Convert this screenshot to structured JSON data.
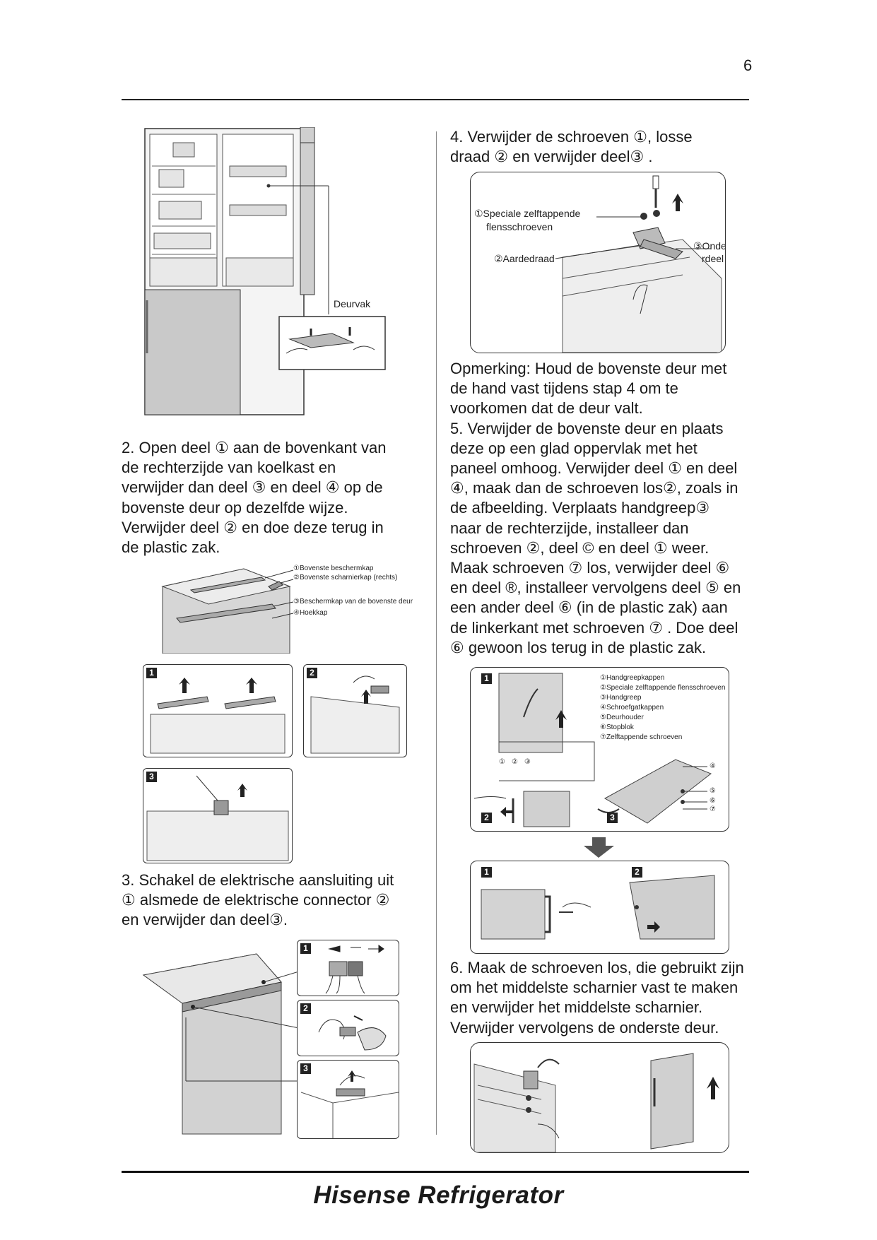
{
  "page": {
    "number": "6",
    "brand": "Hisense Refrigerator"
  },
  "left": {
    "fig_fridge": {
      "label": "Deurvak"
    },
    "step2_lines": [
      "2. Open deel ① aan de bovenkant van",
      "de rechterzijde van koelkast en",
      "verwijder dan deel ③ en deel ④ op de",
      "bovenste deur op dezelfde wijze.",
      "Verwijder deel ② en doe deze terug in",
      "de plastic zak."
    ],
    "fig2_labels": [
      "①Bovenste beschermkap",
      "②Bovenste scharnierkap (rechts)",
      "③Beschermkap van de bovenste deur",
      "④Hoekkap"
    ],
    "fig2_panels": [
      "1",
      "2",
      "3"
    ],
    "step3_lines": [
      "3. Schakel de elektrische aansluiting uit",
      "① alsmede de elektrische connector ②",
      "en verwijder dan deel③."
    ],
    "fig3_panels": [
      "1",
      "2",
      "3"
    ]
  },
  "right": {
    "step4_lines": [
      "4. Verwijder de schroeven ①, losse",
      "draad ② en verwijder deel③ ."
    ],
    "fig4_labels": {
      "screws_1": "①Speciale zelftappende",
      "screws_2": "flensschroeven",
      "ground": "②Aardedraad",
      "part_1": "③Onde",
      "part_2": "rdeel"
    },
    "step5_lines": [
      "Opmerking: Houd de bovenste deur met",
      "de hand vast tijdens stap 4 om te",
      "voorkomen dat de deur valt.",
      "5. Verwijder de bovenste deur en plaats",
      "deze op een glad oppervlak met het",
      "paneel omhoog. Verwijder deel ① en deel",
      "④, maak dan de schroeven los②, zoals in",
      "de afbeelding. Verplaats handgreep③",
      "naar de rechterzijde, installeer dan",
      "schroeven ②, deel © en deel ① weer.",
      "Maak schroeven ⑦ los, verwijder deel ⑥",
      "en deel ®, installeer vervolgens deel ⑤ en",
      "een ander deel ⑥ (in de plastic zak) aan",
      "de linkerkant met schroeven ⑦ . Doe deel",
      "⑥ gewoon los terug in de plastic zak."
    ],
    "fig5_labels": [
      "①Handgreepkappen",
      "②Speciale zelftappende flensschroeven",
      "③Handgreep",
      "④Schroefgatkappen",
      "⑤Deurhouder",
      "⑥Stopblok",
      "⑦Zelftappende schroeven"
    ],
    "fig5_panels": [
      "1",
      "2",
      "3"
    ],
    "fig5_callouts": [
      "①",
      "②",
      "③",
      "④",
      "⑤",
      "⑥",
      "⑦"
    ],
    "fig6_panels": [
      "1",
      "2"
    ],
    "step6_lines": [
      "6. Maak de schroeven los, die gebruikt zijn",
      "om het middelste scharnier vast te maken",
      "en verwijder het middelste scharnier.",
      "Verwijder vervolgens de onderste deur."
    ]
  }
}
